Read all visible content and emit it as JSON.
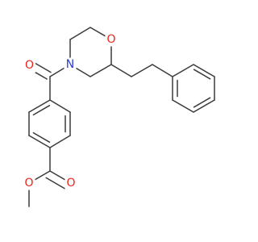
{
  "molecule": {
    "atoms": {
      "carbonyl_oxygen": {
        "symbol": "O",
        "color": "#e8271c"
      },
      "morpholine_nitrogen": {
        "symbol": "N",
        "color": "#2b3bd6"
      },
      "morpholine_oxygen": {
        "symbol": "O",
        "color": "#e8271c"
      },
      "ester_ether_oxygen": {
        "symbol": "O",
        "color": "#e8271c"
      },
      "ester_carbonyl_oxygen": {
        "symbol": "O",
        "color": "#e8271c"
      }
    },
    "bond_color": "#3a3a3a",
    "background": "#ffffff"
  }
}
